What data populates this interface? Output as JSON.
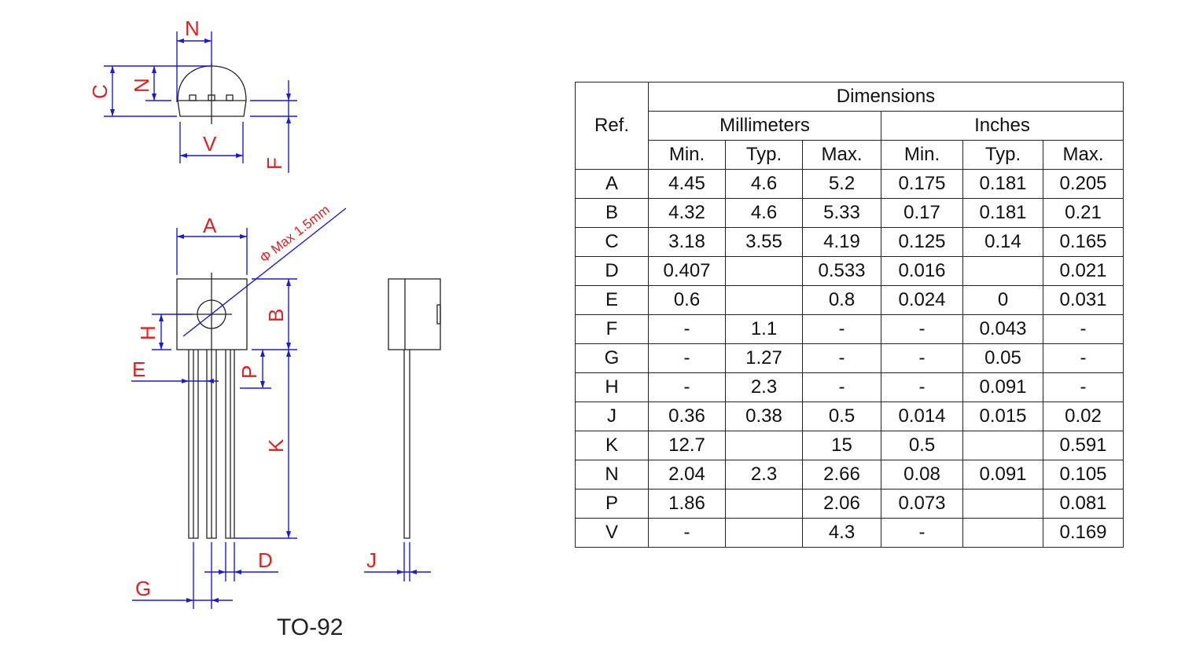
{
  "package_name": "TO-92",
  "drawing_labels": {
    "N_top": "N",
    "N_side": "N",
    "C": "C",
    "V": "V",
    "F": "F",
    "A": "A",
    "hole": "Φ Max 1.5mm",
    "B": "B",
    "H": "H",
    "E": "E",
    "P": "P",
    "K": "K",
    "D": "D",
    "G": "G",
    "J": "J"
  },
  "colors": {
    "label": "#e0201e",
    "dimension": "#1a1adf",
    "outline": "#222222"
  },
  "table": {
    "ref_header": "Ref.",
    "dimensions_header": "Dimensions",
    "mm_header": "Millimeters",
    "in_header": "Inches",
    "sub_headers": [
      "Min.",
      "Typ.",
      "Max.",
      "Min.",
      "Typ.",
      "Max."
    ],
    "rows": [
      [
        "A",
        "4.45",
        "4.6",
        "5.2",
        "0.175",
        "0.181",
        "0.205"
      ],
      [
        "B",
        "4.32",
        "4.6",
        "5.33",
        "0.17",
        "0.181",
        "0.21"
      ],
      [
        "C",
        "3.18",
        "3.55",
        "4.19",
        "0.125",
        "0.14",
        "0.165"
      ],
      [
        "D",
        "0.407",
        "",
        "0.533",
        "0.016",
        "",
        "0.021"
      ],
      [
        "E",
        "0.6",
        "",
        "0.8",
        "0.024",
        "0",
        "0.031"
      ],
      [
        "F",
        "-",
        "1.1",
        "-",
        "-",
        "0.043",
        "-"
      ],
      [
        "G",
        "-",
        "1.27",
        "-",
        "-",
        "0.05",
        "-"
      ],
      [
        "H",
        "-",
        "2.3",
        "-",
        "-",
        "0.091",
        "-"
      ],
      [
        "J",
        "0.36",
        "0.38",
        "0.5",
        "0.014",
        "0.015",
        "0.02"
      ],
      [
        "K",
        "12.7",
        "",
        "15",
        "0.5",
        "",
        "0.591"
      ],
      [
        "N",
        "2.04",
        "2.3",
        "2.66",
        "0.08",
        "0.091",
        "0.105"
      ],
      [
        "P",
        "1.86",
        "",
        "2.06",
        "0.073",
        "",
        "0.081"
      ],
      [
        "V",
        "-",
        "",
        "4.3",
        "-",
        "",
        "0.169"
      ]
    ]
  }
}
